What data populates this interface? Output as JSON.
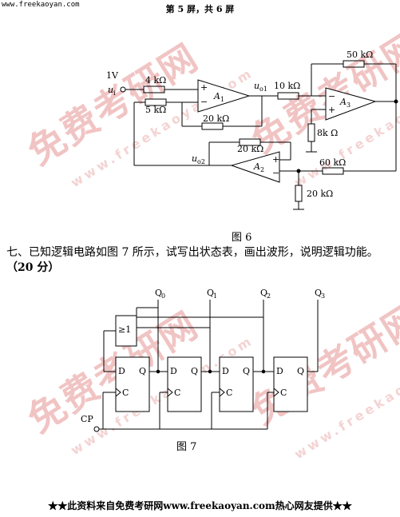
{
  "header": {
    "site": "www.freekaoyan.com",
    "page_indicator": "第 5 屏，共 6 屏"
  },
  "watermark": {
    "text": "免费考研网",
    "url_text": "www.freekaoyan.com"
  },
  "figure6": {
    "caption": "图 6",
    "input_voltage": "1V",
    "input_symbol": "u",
    "input_sub": "i",
    "r_4k": "4 kΩ",
    "r_5k": "5 kΩ",
    "r_20k_top": "20 kΩ",
    "r_10k": "10 kΩ",
    "r_50k": "50 kΩ",
    "r_8k": "8k Ω",
    "r_20k_mid": "20 kΩ",
    "r_60k": "60 kΩ",
    "r_20k_bottom": "20 kΩ",
    "amp1": "A",
    "amp1_sub": "1",
    "amp2": "A",
    "amp2_sub": "2",
    "amp3": "A",
    "amp3_sub": "3",
    "out1": "u",
    "out1_sub": "o1",
    "out2": "u",
    "out2_sub": "o2",
    "plus": "+",
    "minus": "−"
  },
  "question": {
    "text": "七、已知逻辑电路如图 7 所示，试写出状态表，画出波形，说明逻辑功能。",
    "points": "（20 分）"
  },
  "figure7": {
    "caption": "图 7",
    "gate_label": "≥1",
    "d_label": "D",
    "q_label": "Q",
    "c_label": "C",
    "cp_label": "CP",
    "outputs": [
      {
        "name": "Q",
        "sub": "0"
      },
      {
        "name": "Q",
        "sub": "1"
      },
      {
        "name": "Q",
        "sub": "2"
      },
      {
        "name": "Q",
        "sub": "3"
      }
    ]
  },
  "footer": {
    "text": "★★此资料来自免费考研网www.freekaoyan.com热心网友提供★★"
  }
}
